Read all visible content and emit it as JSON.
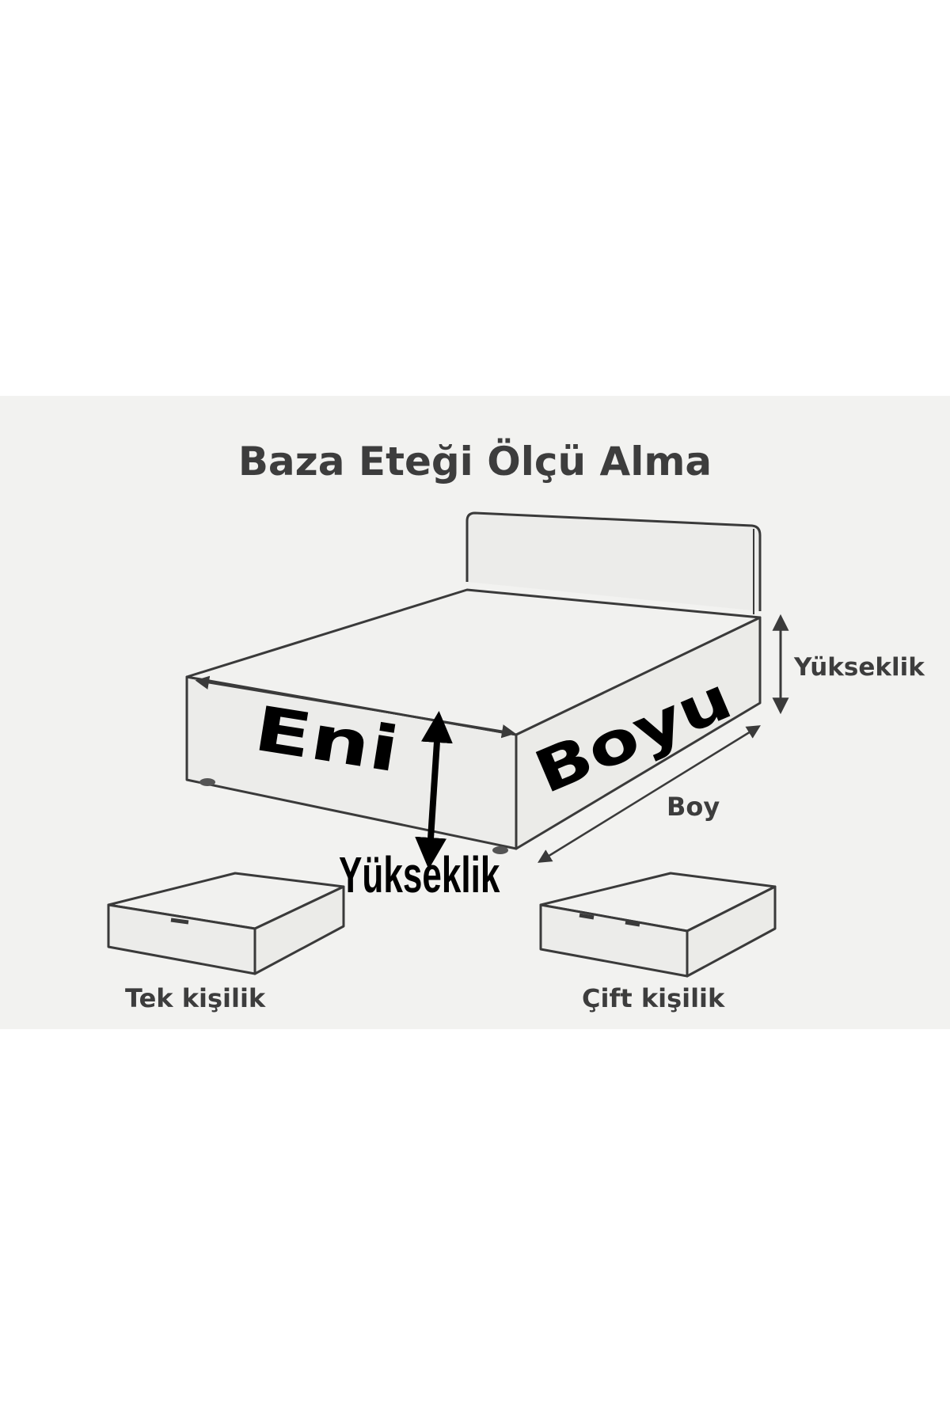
{
  "title": "Baza Eteği Ölçü Alma",
  "labels": {
    "height_side": "Yükseklik",
    "length_side": "Boy",
    "width_on_bed": "Eni",
    "length_on_bed": "Boyu",
    "height_front": "Yükseklik",
    "single": "Tek kişilik",
    "double": "Çift kişilik"
  },
  "colors": {
    "panel_background": "#f2f2f0",
    "outline": "#3a3a3a",
    "bed_fill": "#ececea",
    "text_gray": "#3d3d3d",
    "text_black": "#000000"
  }
}
